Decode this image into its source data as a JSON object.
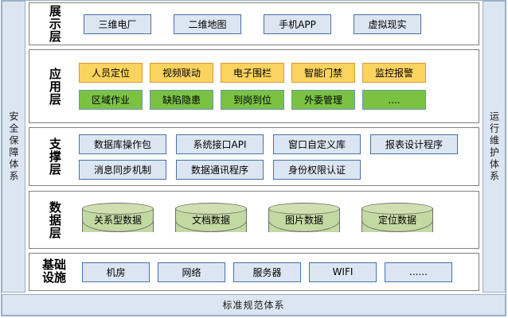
{
  "frame": {
    "left_band_label": "安全保障体系",
    "right_band_label": "运行维护体系",
    "bottom_band_label": "标准规范体系"
  },
  "colors": {
    "band_fill": "#dce6f2",
    "band_border": "#9badc4",
    "panel_border": "#7f7f7f",
    "blue_fill": "#dce6f2",
    "blue_border": "#4472a8",
    "yellow_fill": "#fbd35f",
    "yellow_border": "#d99b36",
    "green_fill": "#7bc243",
    "green_border": "#6a94b8",
    "cylinder_fill": "#c3d9a2",
    "cylinder_top": "#cfe0b0",
    "cylinder_border": "#6f6f6f"
  },
  "layers": [
    {
      "id": "presentation",
      "label": "展示层",
      "rows": [
        [
          {
            "label": "三维电厂",
            "style": "blue"
          },
          {
            "label": "二维地图",
            "style": "blue"
          },
          {
            "label": "手机APP",
            "style": "blue"
          },
          {
            "label": "虚拟现实",
            "style": "blue"
          }
        ]
      ]
    },
    {
      "id": "application",
      "label": "应用层",
      "rows": [
        [
          {
            "label": "人员定位",
            "style": "yellow"
          },
          {
            "label": "视频联动",
            "style": "yellow"
          },
          {
            "label": "电子围栏",
            "style": "yellow"
          },
          {
            "label": "智能门禁",
            "style": "yellow"
          },
          {
            "label": "监控报警",
            "style": "yellow"
          }
        ],
        [
          {
            "label": "区域作业",
            "style": "green"
          },
          {
            "label": "缺陷隐患",
            "style": "green"
          },
          {
            "label": "到岗到位",
            "style": "green"
          },
          {
            "label": "外委管理",
            "style": "green"
          },
          {
            "label": "....",
            "style": "green"
          }
        ]
      ]
    },
    {
      "id": "support",
      "label": "支撑层",
      "rows": [
        [
          {
            "label": "数据库操作包",
            "style": "blue"
          },
          {
            "label": "系统接口API",
            "style": "blue"
          },
          {
            "label": "窗口自定义库",
            "style": "blue"
          },
          {
            "label": "报表设计程序",
            "style": "blue"
          }
        ],
        [
          {
            "label": "消息同步机制",
            "style": "blue"
          },
          {
            "label": "数据通讯程序",
            "style": "blue"
          },
          {
            "label": "身份权限认证",
            "style": "blue"
          }
        ]
      ]
    },
    {
      "id": "data",
      "label": "数据层",
      "cylinders": [
        {
          "label": "关系型数据"
        },
        {
          "label": "文档数据"
        },
        {
          "label": "图片数据"
        },
        {
          "label": "定位数据"
        }
      ]
    },
    {
      "id": "infrastructure",
      "label": "基础设施",
      "rows": [
        [
          {
            "label": "机房",
            "style": "blue"
          },
          {
            "label": "网络",
            "style": "blue"
          },
          {
            "label": "服务器",
            "style": "blue"
          },
          {
            "label": "WIFI",
            "style": "blue"
          },
          {
            "label": "......",
            "style": "blue"
          }
        ]
      ]
    }
  ]
}
